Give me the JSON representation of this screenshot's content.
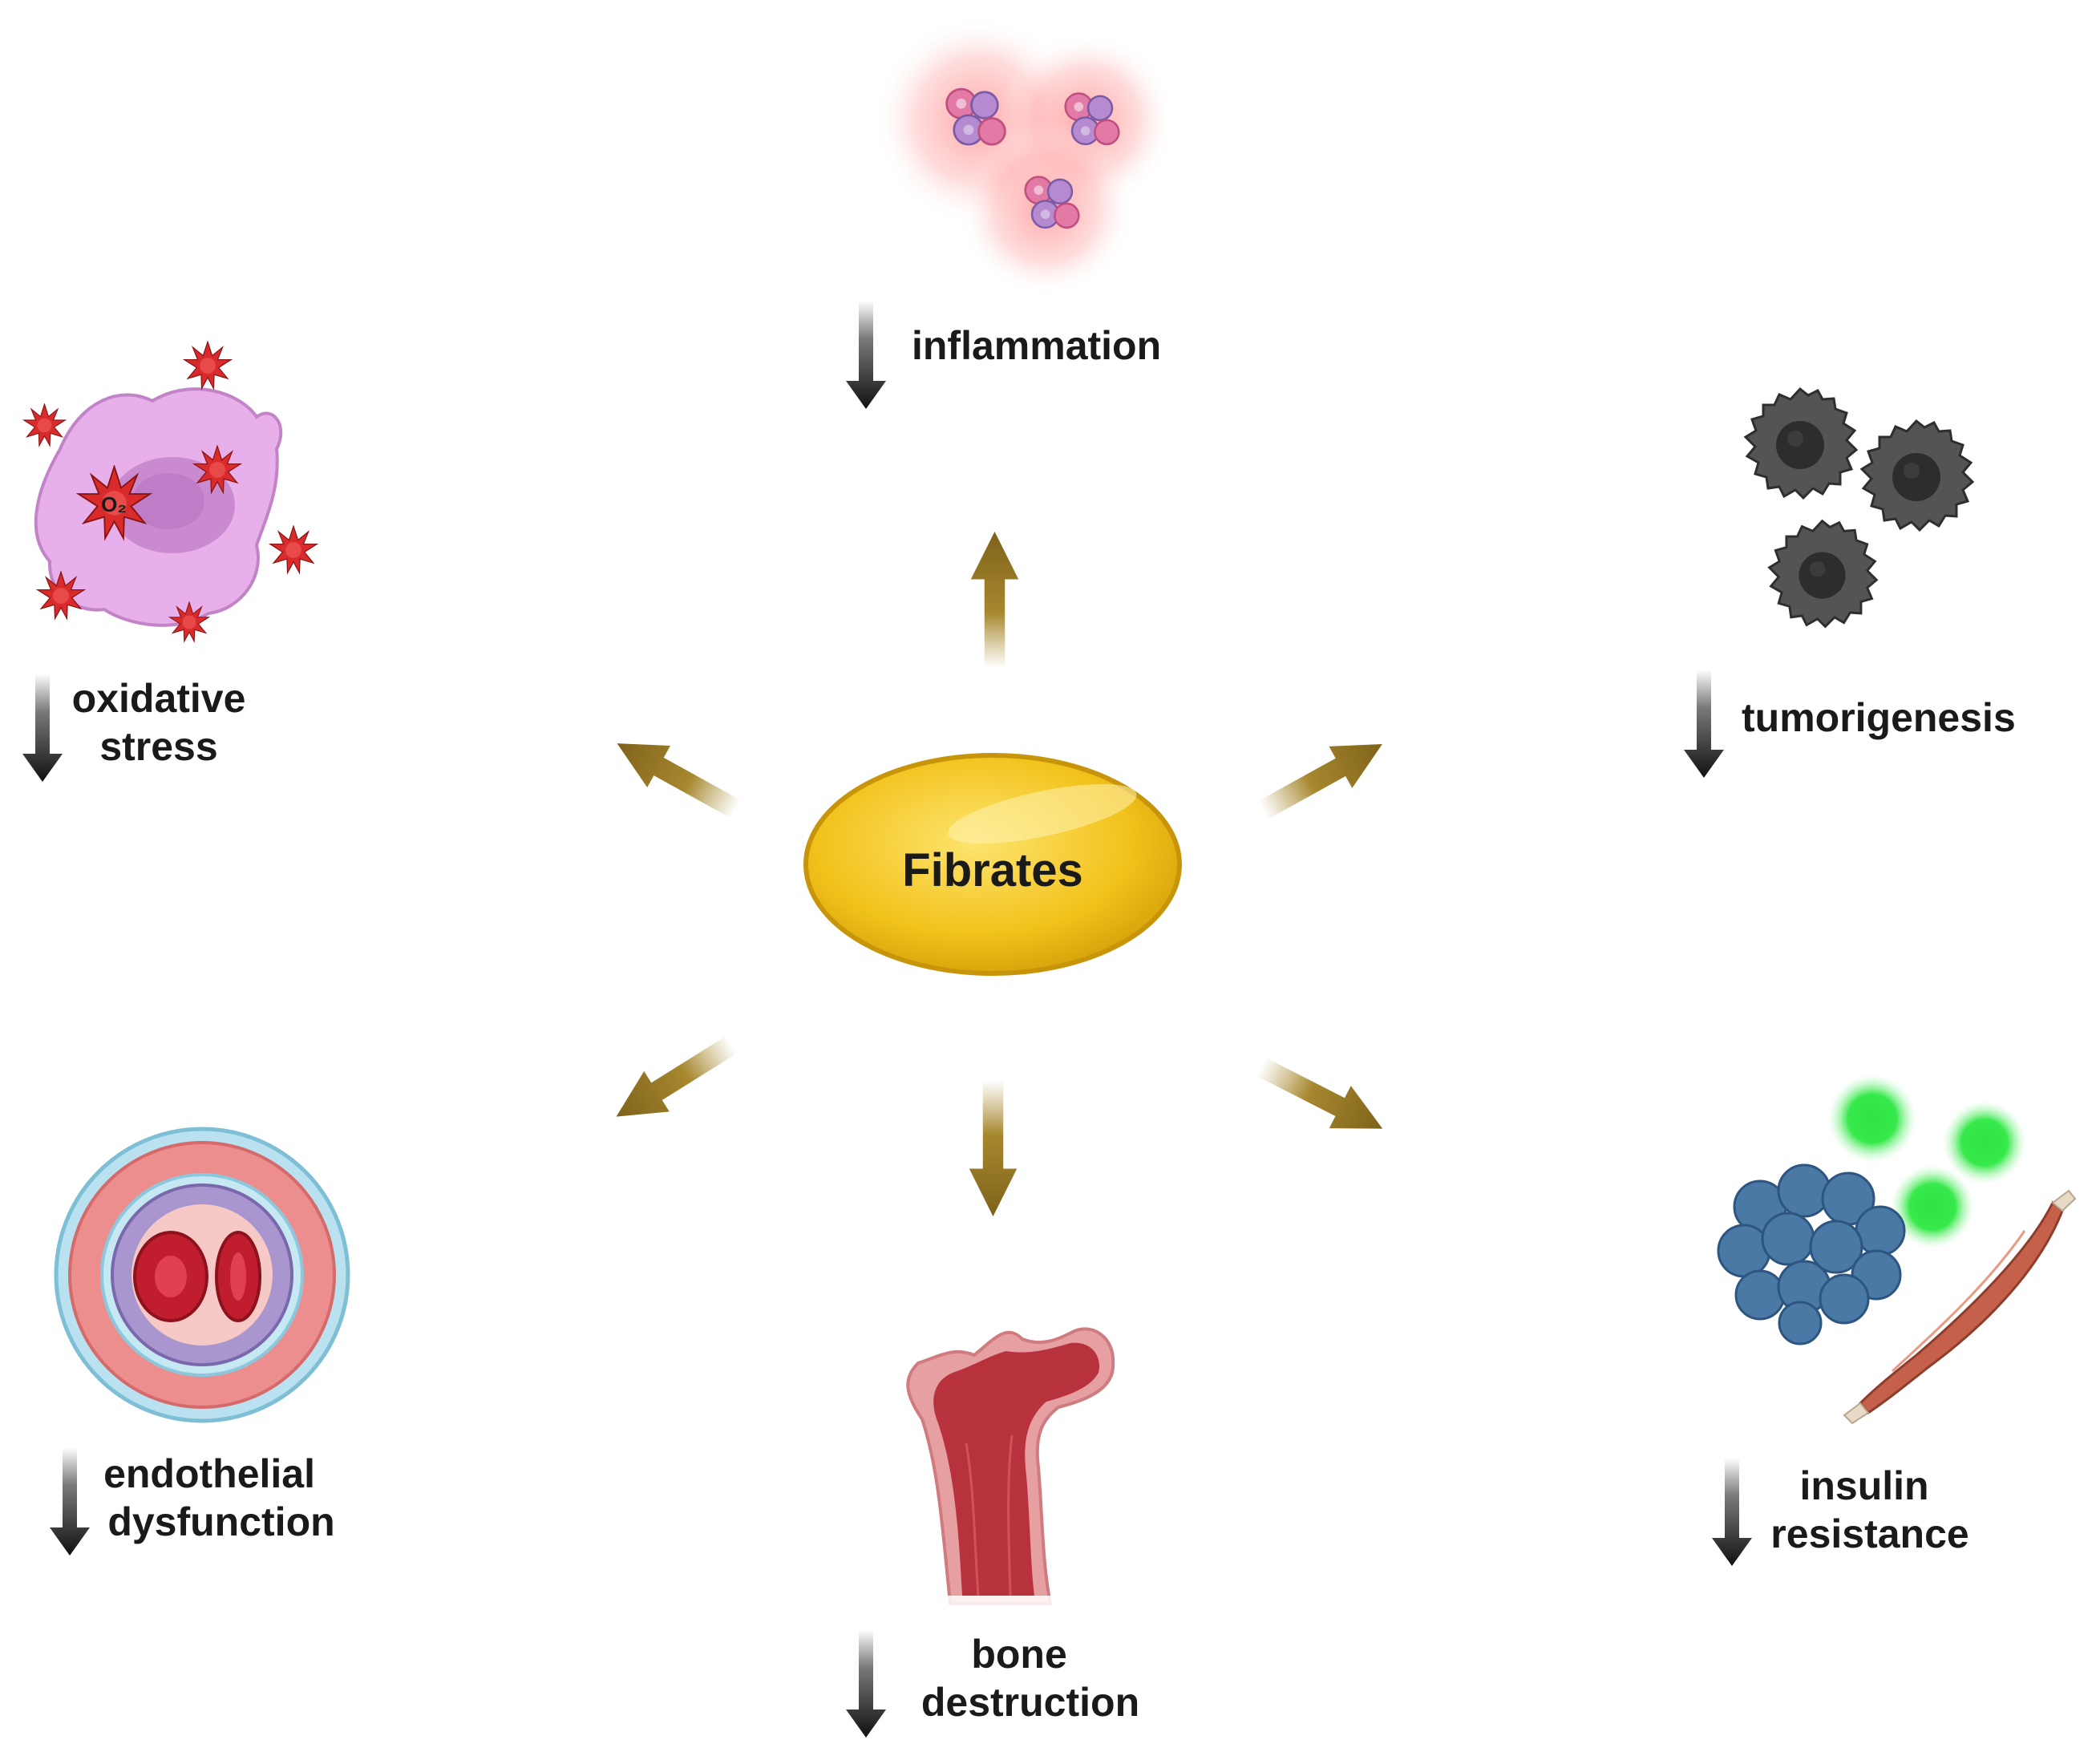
{
  "center": {
    "label": "Fibrates"
  },
  "effects": [
    {
      "id": "inflammation",
      "lines": [
        "inflammation"
      ],
      "icon": "inflammatory-cells-icon",
      "direction": "decrease"
    },
    {
      "id": "oxidative-stress",
      "lines": [
        "oxidative",
        "stress"
      ],
      "icon": "ros-cell-icon",
      "direction": "decrease"
    },
    {
      "id": "tumorigenesis",
      "lines": [
        "tumorigenesis"
      ],
      "icon": "tumor-cells-icon",
      "direction": "decrease"
    },
    {
      "id": "endothelial-dysfunction",
      "lines": [
        "endothelial",
        "dysfunction"
      ],
      "icon": "blood-vessel-icon",
      "direction": "decrease"
    },
    {
      "id": "bone-destruction",
      "lines": [
        "bone",
        "destruction"
      ],
      "icon": "femur-bone-icon",
      "direction": "decrease"
    },
    {
      "id": "insulin-resistance",
      "lines": [
        "insulin",
        "resistance"
      ],
      "icon": "adipose-muscle-icon",
      "direction": "decrease"
    }
  ],
  "ros_badge_text": "O₂",
  "colors": {
    "capsule": "#f2c21b",
    "capsule_highlight": "#fbe27a",
    "arrow": "#8a6d1e",
    "down_arrow": "#1a1a1a",
    "ros_star": "#d92b2b",
    "cell_membrane": "#e3a6e6",
    "tumor_cell": "#4a4a4a",
    "bone": "#b8323d",
    "glucose": "#31e34a",
    "adipose": "#4b79a6",
    "muscle": "#c5604a"
  }
}
